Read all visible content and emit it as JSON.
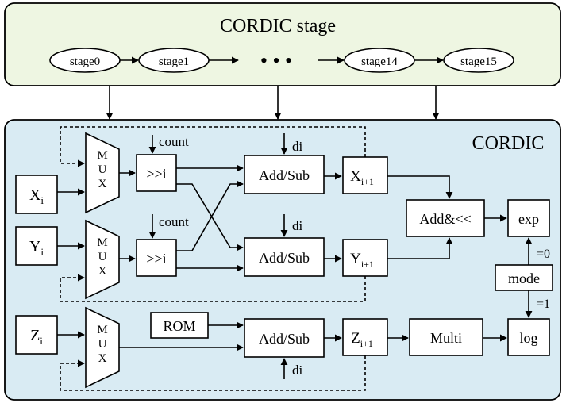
{
  "top_panel": {
    "title": "CORDIC stage",
    "stages": [
      "stage0",
      "stage1",
      "stage14",
      "stage15"
    ],
    "ellipsis": "• • •",
    "fill_color": "#eef6e2"
  },
  "main_panel": {
    "title": "CORDIC",
    "fill_color": "#d9ebf3"
  },
  "inputs": {
    "x": {
      "base": "X",
      "sub": "i"
    },
    "y": {
      "base": "Y",
      "sub": "i"
    },
    "z": {
      "base": "Z",
      "sub": "i"
    }
  },
  "mux_letters": [
    "M",
    "U",
    "X"
  ],
  "shift_label": ">>i",
  "count_label": "count",
  "di_label": "di",
  "addsub_label": "Add/Sub",
  "rom_label": "ROM",
  "outputs": {
    "x": {
      "base": "X",
      "sub": "i+1"
    },
    "y": {
      "base": "Y",
      "sub": "i+1"
    },
    "z": {
      "base": "Z",
      "sub": "i+1"
    }
  },
  "add_shift_label": "Add&<<",
  "exp_label": "exp",
  "mode_label": "mode",
  "mode_eq0": "=0",
  "mode_eq1": "=1",
  "multi_label": "Multi",
  "log_label": "log"
}
